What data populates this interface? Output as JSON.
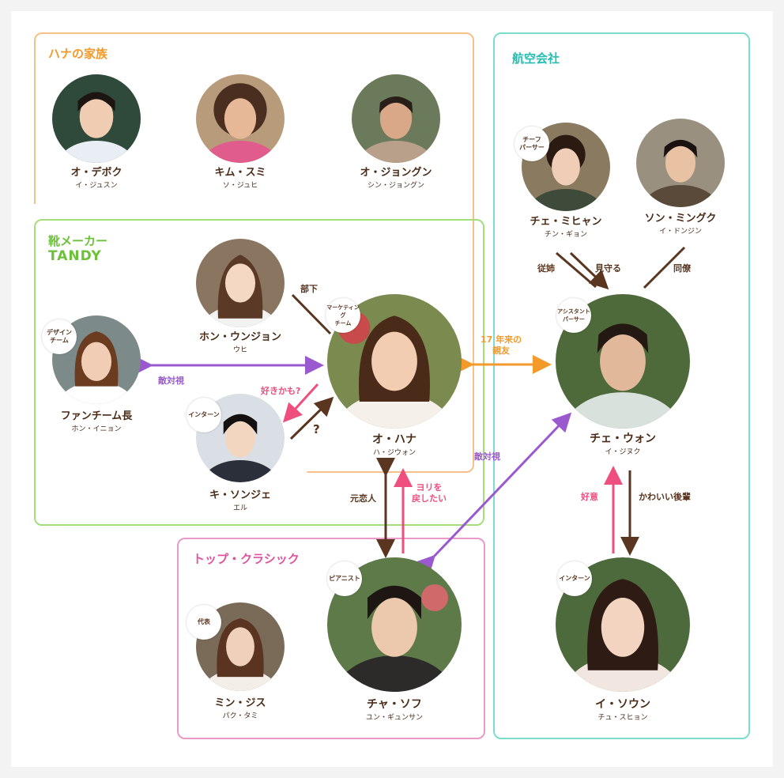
{
  "groups": {
    "hana_family": {
      "title": "ハナの家族",
      "color": "#f5a65b"
    },
    "tandy": {
      "title_line1": "靴メーカー",
      "title_line2": "TANDY",
      "color": "#8cd35a"
    },
    "airline": {
      "title": "航空会社",
      "color": "#4fd0c0"
    },
    "top_classic": {
      "title": "トップ・クラシック",
      "color": "#e27bb8"
    }
  },
  "people": {
    "o_deboku": {
      "name": "オ・デボク",
      "actor": "イ・ジュスン"
    },
    "kim_sumi": {
      "name": "キム・スミ",
      "actor": "ソ・ジュヒ"
    },
    "o_jonggun": {
      "name": "オ・ジョングン",
      "actor": "シン・ジョングン"
    },
    "hon_unjon": {
      "name": "ホン・ウンジョン",
      "actor": "ウヒ"
    },
    "fan_team": {
      "name": "ファンチーム長",
      "actor": "ホン・イニョン",
      "badge": "デザイン\nチーム"
    },
    "ki_sonje": {
      "name": "キ・ソンジェ",
      "actor": "エル",
      "badge": "インターン"
    },
    "o_hana": {
      "name": "オ・ハナ",
      "actor": "ハ・ジウォン",
      "badge": "マーケティング\nチーム"
    },
    "che_mihyan": {
      "name": "チェ・ミヒャン",
      "actor": "チン・ギョン",
      "badge": "チーフ\nパーサー"
    },
    "son_mingu": {
      "name": "ソン・ミングク",
      "actor": "イ・ドンジン"
    },
    "che_won": {
      "name": "チェ・ウォン",
      "actor": "イ・ジヌク",
      "badge": "アシスタント\nパーサー"
    },
    "min_jisu": {
      "name": "ミン・ジス",
      "actor": "パク・タミ",
      "badge": "代表"
    },
    "cha_sofu": {
      "name": "チャ・ソフ",
      "actor": "ユン・ギュンサン",
      "badge": "ピアニスト"
    },
    "i_sown": {
      "name": "イ・ソウン",
      "actor": "チュ・スヒョン",
      "badge": "インターン"
    }
  },
  "relations": {
    "buka": "部下",
    "tekitaishi_left": "敵対視",
    "suki": "好きかも?",
    "question": "?",
    "shinyu": "17 年来の\n親友",
    "juushi": "従姉",
    "mimamoru": "見守る",
    "douryou": "同僚",
    "motokoi": "元恋人",
    "yori": "ヨリを\n戻したい",
    "tekitaishi_right": "敵対視",
    "koui": "好意",
    "kawaii": "かわいい後輩"
  },
  "colors": {
    "brown": "#5a3520",
    "pink": "#ee4f7e",
    "purple": "#9b59d0",
    "orange": "#f39a2b"
  }
}
